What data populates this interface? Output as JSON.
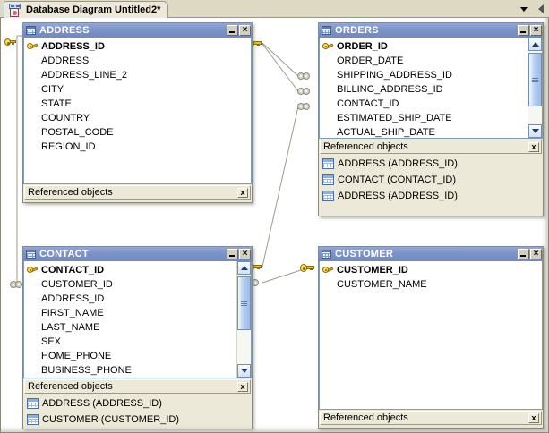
{
  "window": {
    "tab": {
      "label": "Database Diagram Untitled2*",
      "icon": "database-diagram-icon"
    },
    "tab_nav": {
      "dropdown_icon": "chevron-down-icon",
      "scroll_left_icon": "triangle-left-icon"
    }
  },
  "common": {
    "referenced_objects_label": "Referenced objects",
    "close_glyph": "×",
    "minimize_glyph": "_",
    "close_label_glyph": "x",
    "table_title_icon": "table-grid-icon",
    "column_key_icon": "primary-key-icon",
    "ref_item_icon": "table-grid-icon"
  },
  "colors": {
    "title_bar": "#7b93c9",
    "window_face": "#ece9d8",
    "canvas": "#ffffff",
    "tab_strip": "#ded9c3",
    "key_yellow": "#ffe04d",
    "relation_line": "#9d9b8c",
    "scrollbar_thumb": "#9dbbe8"
  },
  "tables": [
    {
      "name": "ADDRESS",
      "columns": [
        {
          "name": "ADDRESS_ID",
          "pk": true
        },
        {
          "name": "ADDRESS",
          "pk": false
        },
        {
          "name": "ADDRESS_LINE_2",
          "pk": false
        },
        {
          "name": "CITY",
          "pk": false
        },
        {
          "name": "STATE",
          "pk": false
        },
        {
          "name": "COUNTRY",
          "pk": false
        },
        {
          "name": "POSTAL_CODE",
          "pk": false
        },
        {
          "name": "REGION_ID",
          "pk": false
        }
      ],
      "has_scrollbar": false,
      "referenced_objects": []
    },
    {
      "name": "ORDERS",
      "columns": [
        {
          "name": "ORDER_ID",
          "pk": true
        },
        {
          "name": "ORDER_DATE",
          "pk": false
        },
        {
          "name": "SHIPPING_ADDRESS_ID",
          "pk": false
        },
        {
          "name": "BILLING_ADDRESS_ID",
          "pk": false
        },
        {
          "name": "CONTACT_ID",
          "pk": false
        },
        {
          "name": "ESTIMATED_SHIP_DATE",
          "pk": false
        },
        {
          "name": "ACTUAL_SHIP_DATE",
          "pk": false
        }
      ],
      "has_scrollbar": true,
      "referenced_objects": [
        "ADDRESS (ADDRESS_ID)",
        "CONTACT (CONTACT_ID)",
        "ADDRESS (ADDRESS_ID)"
      ]
    },
    {
      "name": "CONTACT",
      "columns": [
        {
          "name": "CONTACT_ID",
          "pk": true
        },
        {
          "name": "CUSTOMER_ID",
          "pk": false
        },
        {
          "name": "ADDRESS_ID",
          "pk": false
        },
        {
          "name": "FIRST_NAME",
          "pk": false
        },
        {
          "name": "LAST_NAME",
          "pk": false
        },
        {
          "name": "SEX",
          "pk": false
        },
        {
          "name": "HOME_PHONE",
          "pk": false
        },
        {
          "name": "BUSINESS_PHONE",
          "pk": false
        }
      ],
      "has_scrollbar": true,
      "referenced_objects": [
        "ADDRESS (ADDRESS_ID)",
        "CUSTOMER (CUSTOMER_ID)"
      ]
    },
    {
      "name": "CUSTOMER",
      "columns": [
        {
          "name": "CUSTOMER_ID",
          "pk": true
        },
        {
          "name": "CUSTOMER_NAME",
          "pk": false
        }
      ],
      "has_scrollbar": false,
      "referenced_objects": []
    }
  ]
}
